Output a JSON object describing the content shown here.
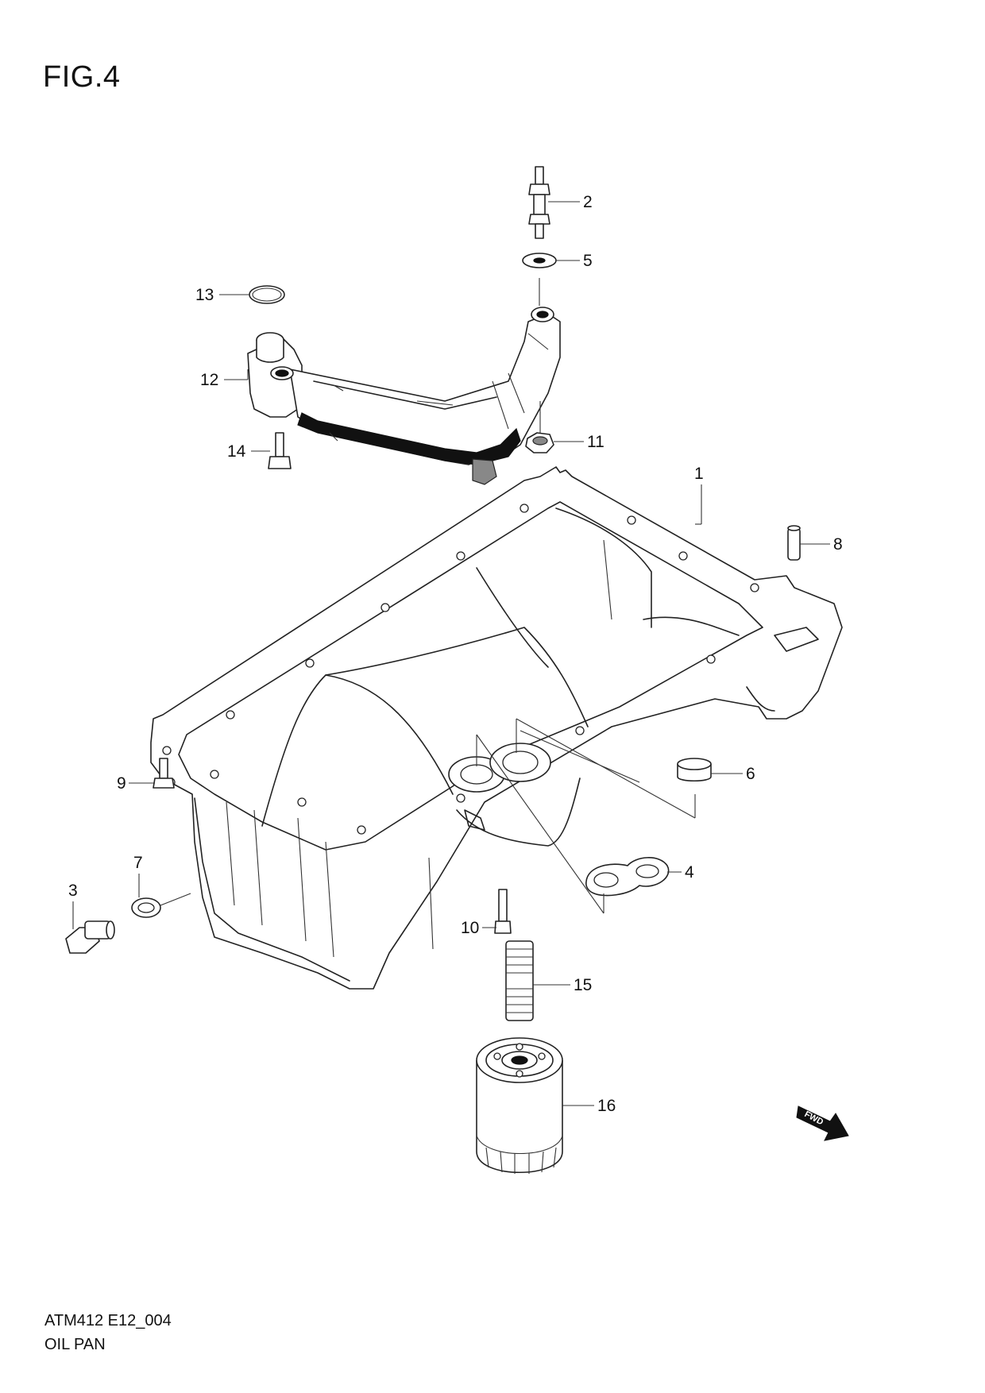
{
  "figure": {
    "title": "FIG.4"
  },
  "footer": {
    "code": "ATM412 E12_004",
    "name": "OIL PAN"
  },
  "fwd_badge": "FWD",
  "callouts": [
    {
      "id": "1",
      "label": "1"
    },
    {
      "id": "2",
      "label": "2"
    },
    {
      "id": "3",
      "label": "3"
    },
    {
      "id": "4",
      "label": "4"
    },
    {
      "id": "5",
      "label": "5"
    },
    {
      "id": "6",
      "label": "6"
    },
    {
      "id": "7",
      "label": "7"
    },
    {
      "id": "8",
      "label": "8"
    },
    {
      "id": "9",
      "label": "9"
    },
    {
      "id": "10",
      "label": "10"
    },
    {
      "id": "11",
      "label": "11"
    },
    {
      "id": "12",
      "label": "12"
    },
    {
      "id": "13",
      "label": "13"
    },
    {
      "id": "14",
      "label": "14"
    },
    {
      "id": "15",
      "label": "15"
    },
    {
      "id": "16",
      "label": "16"
    }
  ]
}
